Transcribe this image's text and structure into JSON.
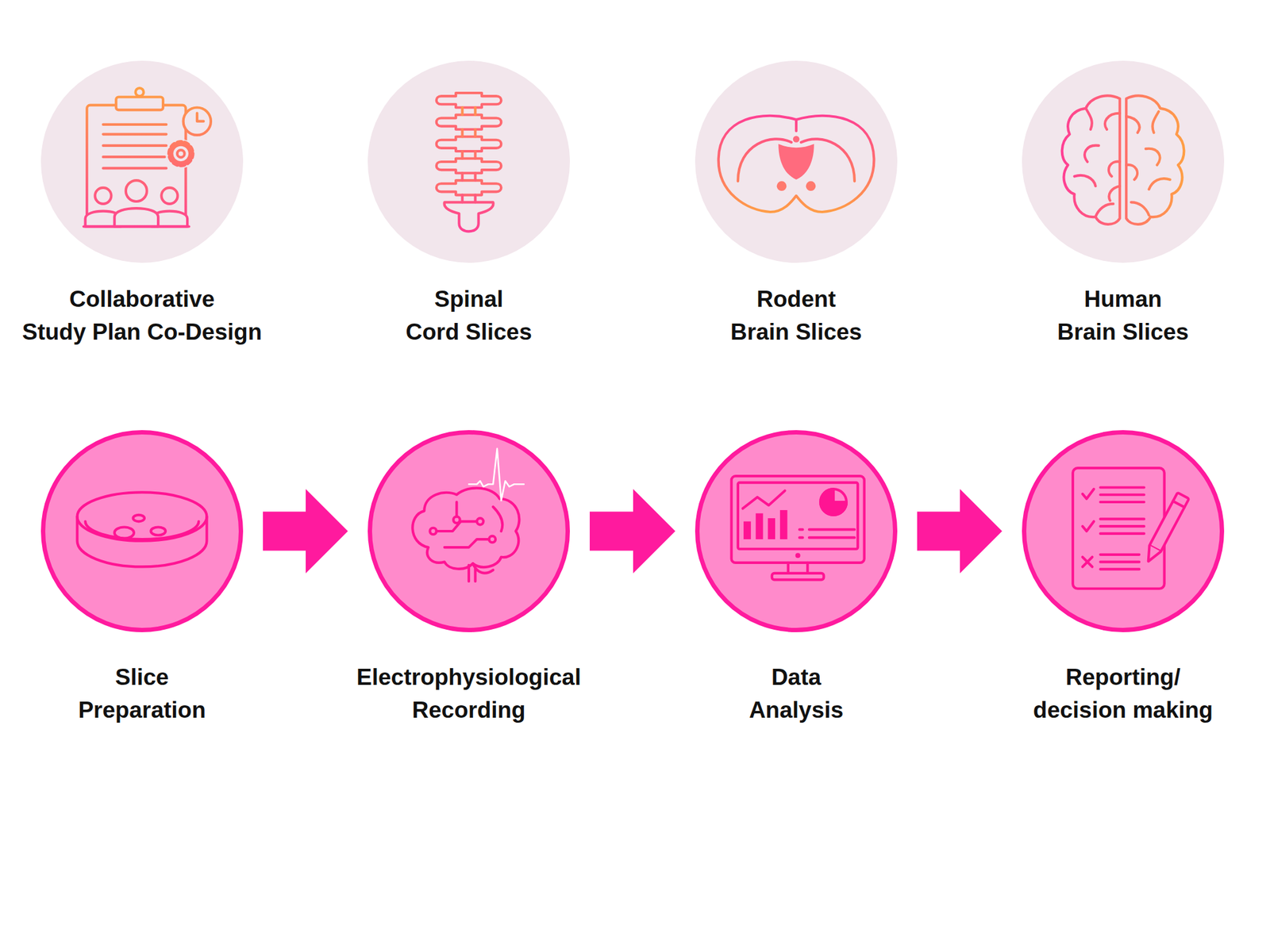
{
  "diagram": {
    "nodes": [
      {
        "text": [
          "Collaborative Study Plan Co-Design"
        ]
      },
      {
        "text": [
          "Spinal Cord Slices"
        ]
      },
      {
        "text": [
          "Rodent Brain Slices"
        ]
      },
      {
        "text": [
          "Human Brain Slices"
        ]
      },
      {
        "text": [
          "Slice Preparation"
        ]
      },
      {
        "text": [
          "Electrophysiological Recording"
        ]
      },
      {
        "text": [
          "Data Analysis"
        ]
      },
      {
        "text": [
          "Reporting/ decision making"
        ]
      }
    ],
    "edges": [
      {
        "from": 4,
        "to": 5,
        "arrow": "to"
      },
      {
        "from": 5,
        "to": 6,
        "arrow": "to"
      },
      {
        "from": 6,
        "to": 7,
        "arrow": "to"
      }
    ]
  }
}
